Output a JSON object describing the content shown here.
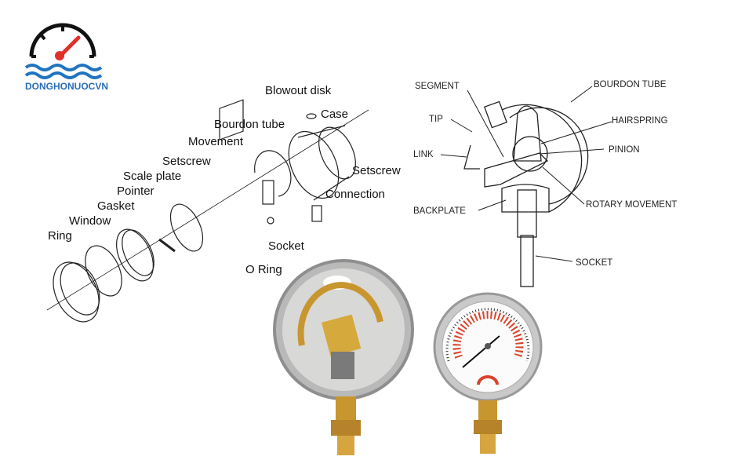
{
  "logo": {
    "text": "DONGHONUOCVN",
    "colors": {
      "arc": "#111111",
      "needle": "#e0302a",
      "wave": "#1f74c0",
      "text": "#2a6db5"
    }
  },
  "exploded_view": {
    "labels": [
      "Blowout disk",
      "Case",
      "Bourdon tube",
      "Movement",
      "Setscrew",
      "Scale plate",
      "Pointer",
      "Gasket",
      "Window",
      "Ring",
      "Setscrew",
      "Connection",
      "Socket",
      "O Ring"
    ]
  },
  "mechanism_view": {
    "labels": [
      "SEGMENT",
      "BOURDON TUBE",
      "TIP",
      "HAIRSPRING",
      "LINK",
      "PINION",
      "BACKPLATE",
      "ROTARY MOVEMENT",
      "SOCKET"
    ]
  },
  "photos": {
    "open_case": "open-gauge-photo",
    "gauge": "pressure-gauge-photo",
    "brass_color": "#c8962e",
    "steel_color": "#c9c9c9",
    "scale_color": "#d9432b"
  }
}
